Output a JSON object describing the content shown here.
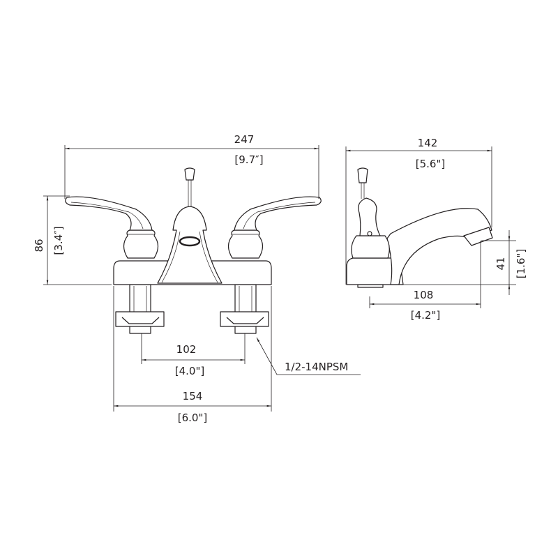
{
  "front_view": {
    "overall_width": {
      "mm": "247",
      "inch": "[9.7″]"
    },
    "height": {
      "mm": "86",
      "inch": "[3.4″]"
    },
    "center_spacing": {
      "mm": "102",
      "inch": "[4.0\"]"
    },
    "base_width": {
      "mm": "154",
      "inch": "[6.0\"]"
    },
    "thread_callout": "1/2-14NPSM"
  },
  "side_view": {
    "depth": {
      "mm": "142",
      "inch": "[5.6\"]"
    },
    "spout_reach": {
      "mm": "108",
      "inch": "[4.2\"]"
    },
    "spout_height": {
      "mm": "41",
      "inch": "[1.6\"]"
    }
  },
  "colors": {
    "line": "#231f20",
    "background": "#ffffff"
  }
}
